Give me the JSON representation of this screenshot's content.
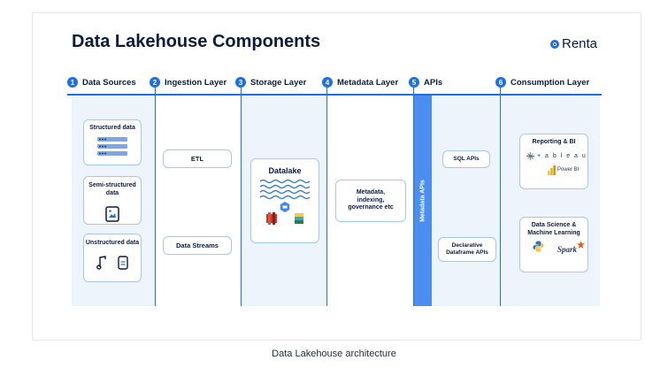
{
  "title": "Data Lakehouse Components",
  "brand": "Renta",
  "caption": "Data Lakehouse architecture",
  "stages": [
    {
      "num": "1",
      "label": "Data Sources"
    },
    {
      "num": "2",
      "label": "Ingestion Layer"
    },
    {
      "num": "3",
      "label": "Storage Layer"
    },
    {
      "num": "4",
      "label": "Metadata Layer"
    },
    {
      "num": "5",
      "label": "APIs"
    },
    {
      "num": "6",
      "label": "Consumption Layer"
    }
  ],
  "sources": {
    "structured": "Structured data",
    "semi": "Semi-structured data",
    "unstructured": "Unstructured data"
  },
  "ingestion": {
    "etl": "ETL",
    "streams": "Data Streams"
  },
  "storage": {
    "datalake": "Datalake"
  },
  "metadata": {
    "line1": "Metadata,",
    "line2": "indexing,",
    "line3": "governance etc"
  },
  "apis": {
    "band": "Metadata APIs",
    "sql": "SQL APIs",
    "declarative_1": "Declarative",
    "declarative_2": "Dataframe APIs"
  },
  "consumption": {
    "reporting": "Reporting & BI",
    "tableau": "+ a b l e a u",
    "powerbi": "Power BI",
    "ds_1": "Data Science &",
    "ds_2": "Machine Learning",
    "spark": "Spark"
  },
  "colors": {
    "accent": "#1f6fe0",
    "band": "#4b8ef0",
    "column": "#eef4fc",
    "box_border": "#a9c6ee",
    "text": "#0b1c3f"
  }
}
